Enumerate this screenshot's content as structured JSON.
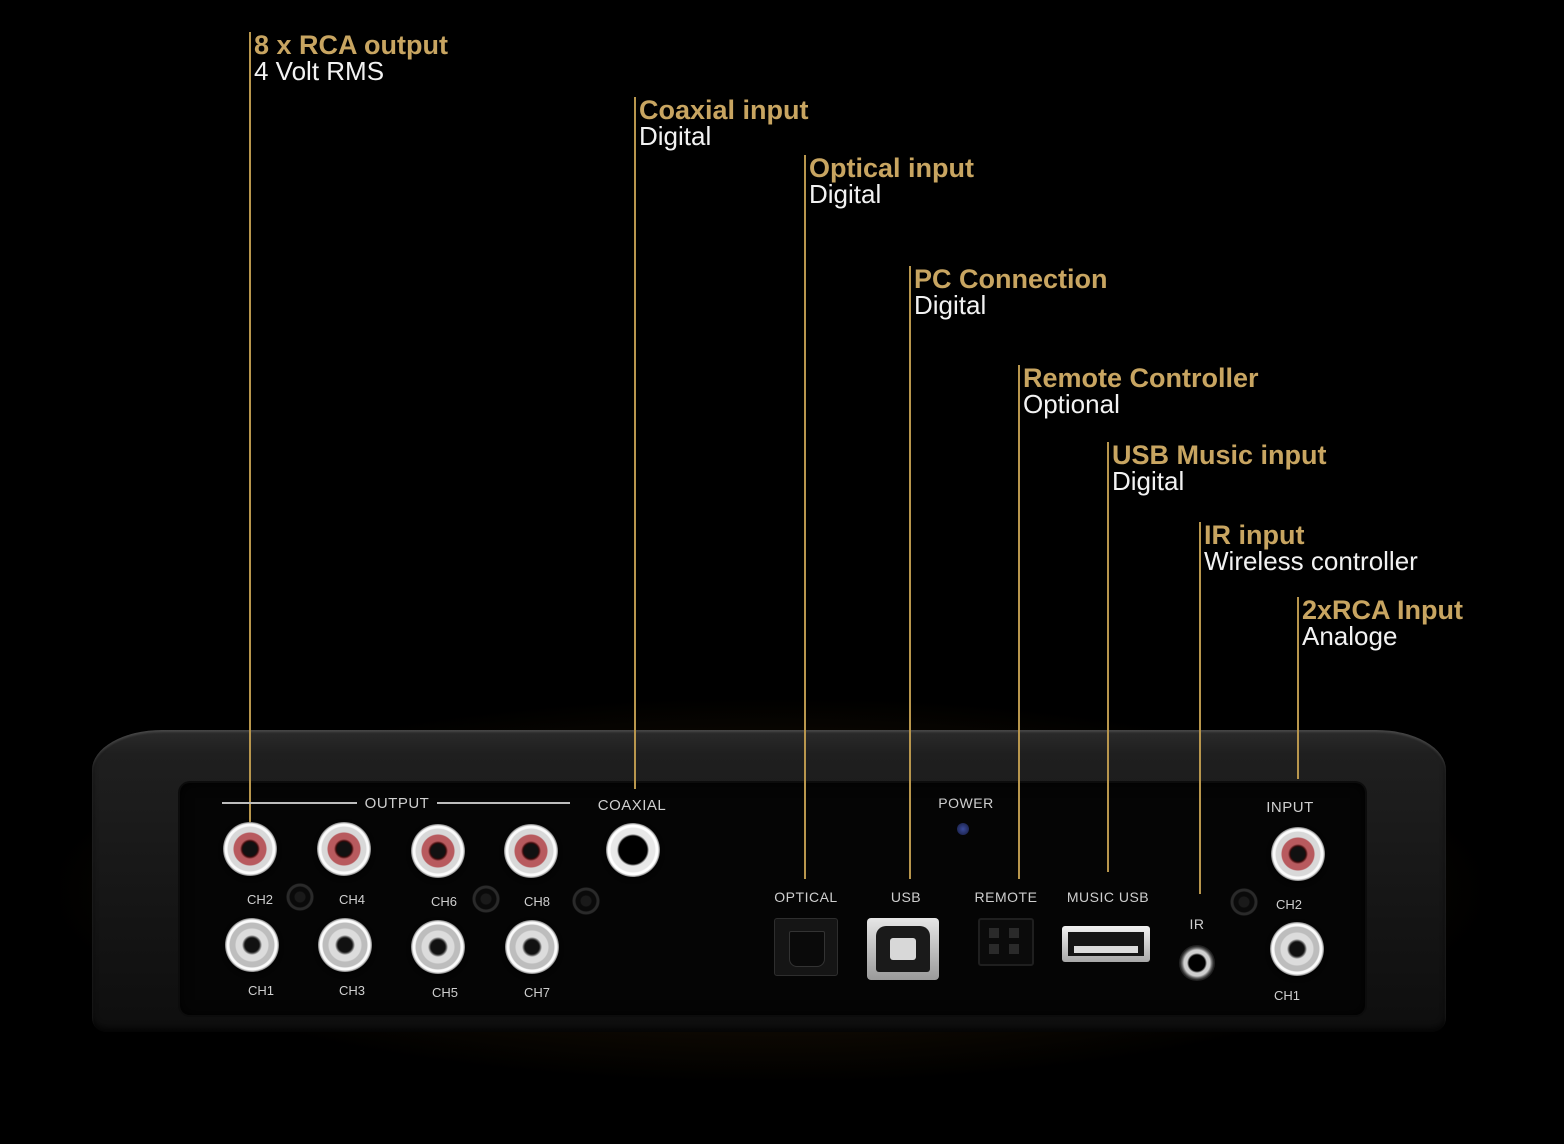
{
  "callouts": [
    {
      "title": "8 x RCA output",
      "sub": "4 Volt RMS"
    },
    {
      "title": "Coaxial input",
      "sub": "Digital"
    },
    {
      "title": "Optical input",
      "sub": "Digital"
    },
    {
      "title": "PC Connection",
      "sub": "Digital"
    },
    {
      "title": "Remote Controller",
      "sub": "Optional"
    },
    {
      "title": "USB Music input",
      "sub": "Digital"
    },
    {
      "title": "IR input",
      "sub": "Wireless controller"
    },
    {
      "title": "2xRCA Input",
      "sub": "Analoge"
    }
  ],
  "panel": {
    "output": "OUTPUT",
    "coaxial": "COAXIAL",
    "power": "POWER",
    "optical": "OPTICAL",
    "usb": "USB",
    "remote": "REMOTE",
    "music_usb": "MUSIC USB",
    "ir": "IR",
    "input": "INPUT",
    "output_channels": [
      "CH2",
      "CH4",
      "CH6",
      "CH8",
      "CH1",
      "CH3",
      "CH5",
      "CH7"
    ],
    "input_channels": [
      "CH2",
      "CH1"
    ]
  },
  "colors": {
    "accent": "#c8a561",
    "line": "#b8964d",
    "background": "#000000"
  }
}
